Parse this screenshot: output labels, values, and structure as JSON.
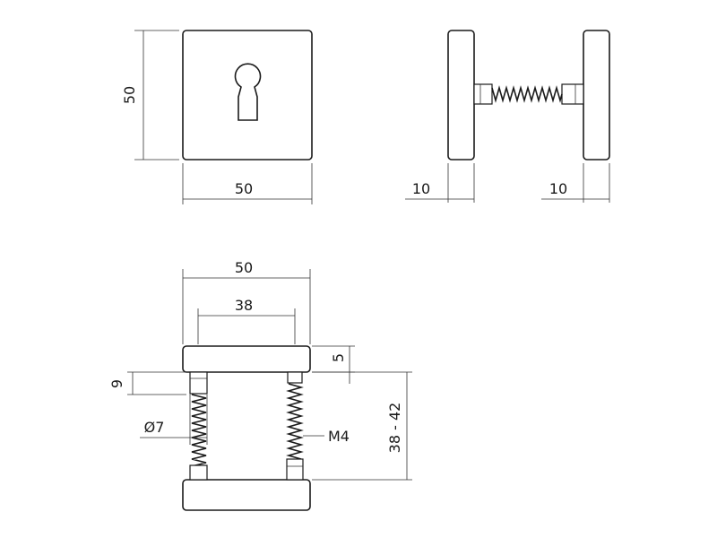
{
  "front_view": {
    "width_label": "50",
    "height_label": "50"
  },
  "side_view": {
    "left_thickness_label": "10",
    "right_thickness_label": "10"
  },
  "bottom_view": {
    "overall_width_label": "50",
    "screw_spacing_label": "38",
    "plate_thickness_label": "5",
    "bushing_height_label": "9",
    "bushing_diameter_label": "Ø7",
    "thread_label": "M4",
    "door_thickness_label": "38 - 42"
  },
  "colors": {
    "line": "#1a1a1a",
    "background": "#ffffff"
  }
}
